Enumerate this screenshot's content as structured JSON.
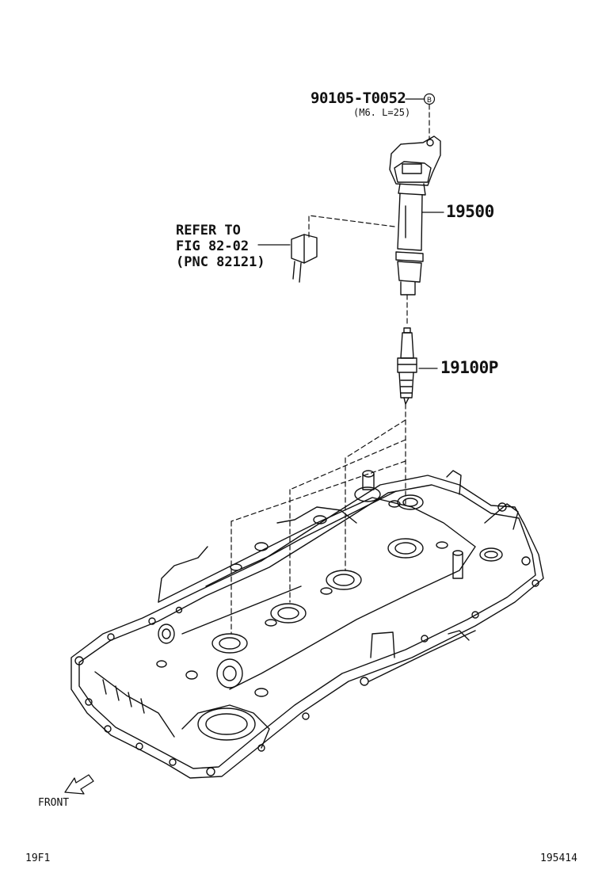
{
  "callouts": {
    "bolt": {
      "part_number": "90105-T0052",
      "spec": "(M6. L=25)",
      "marker": "B"
    },
    "ignition_coil": {
      "part_number": "19500"
    },
    "spark_plug": {
      "part_number": "19100P"
    },
    "reference": {
      "line1": "REFER TO",
      "line2": "FIG 82-02",
      "line3": "(PNC 82121)"
    }
  },
  "orientation": {
    "label": "FRONT"
  },
  "footer": {
    "left_code": "19F1",
    "right_code": "195414"
  },
  "colors": {
    "line": "#111111",
    "background": "#ffffff"
  }
}
